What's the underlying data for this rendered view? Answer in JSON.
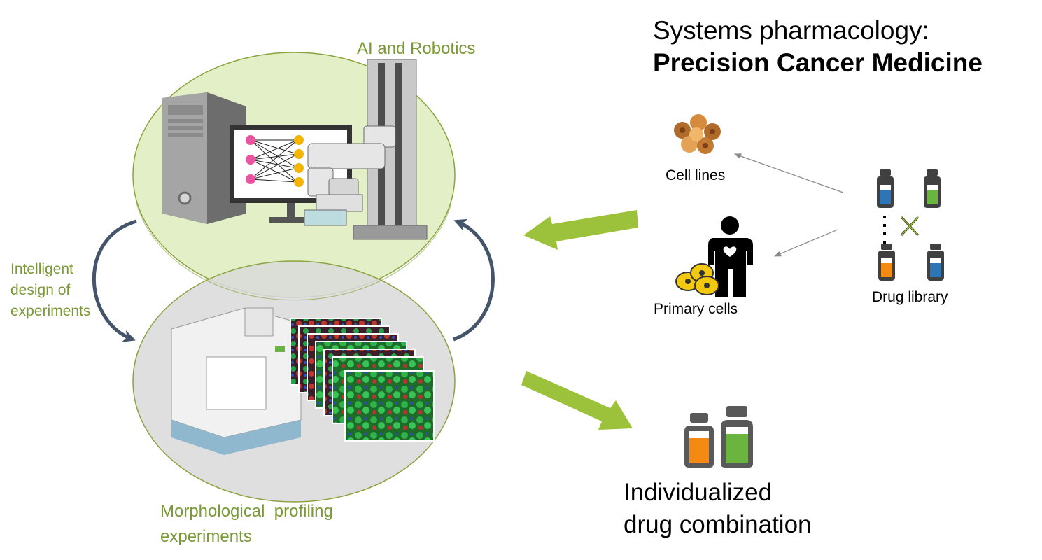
{
  "title": {
    "line1": "Systems pharmacology:",
    "line2": "Precision Cancer Medicine"
  },
  "labels": {
    "ai_robotics": "AI and Robotics",
    "intelligent_design": [
      "Intelligent",
      "design of",
      "experiments"
    ],
    "morphological": [
      "Morphological  profiling",
      "experiments"
    ],
    "cell_lines": "Cell lines",
    "primary_cells": "Primary cells",
    "drug_library": "Drug library",
    "individualized": [
      "Individualized",
      "drug combination"
    ]
  },
  "colors": {
    "label_green": "#7b9a35",
    "circle_top_fill": "#e3efc7",
    "circle_bottom_fill": "#d9d9d9",
    "circle_stroke": "#8aa33f",
    "cycle_arrow": "#44546a",
    "big_arrow": "#9cc13b",
    "vial_blue": "#2e75b6",
    "vial_green": "#6ab43f",
    "vial_orange": "#f58a12"
  },
  "icons": [
    "computer-tower-icon",
    "monitor-neural-network-icon",
    "robot-arm-icon",
    "imaging-instrument-icon",
    "microscopy-image-stack-icon",
    "cell-cluster-icon",
    "person-icon",
    "yellow-cells-icon",
    "drug-vial-icon",
    "combination-x-icon"
  ]
}
